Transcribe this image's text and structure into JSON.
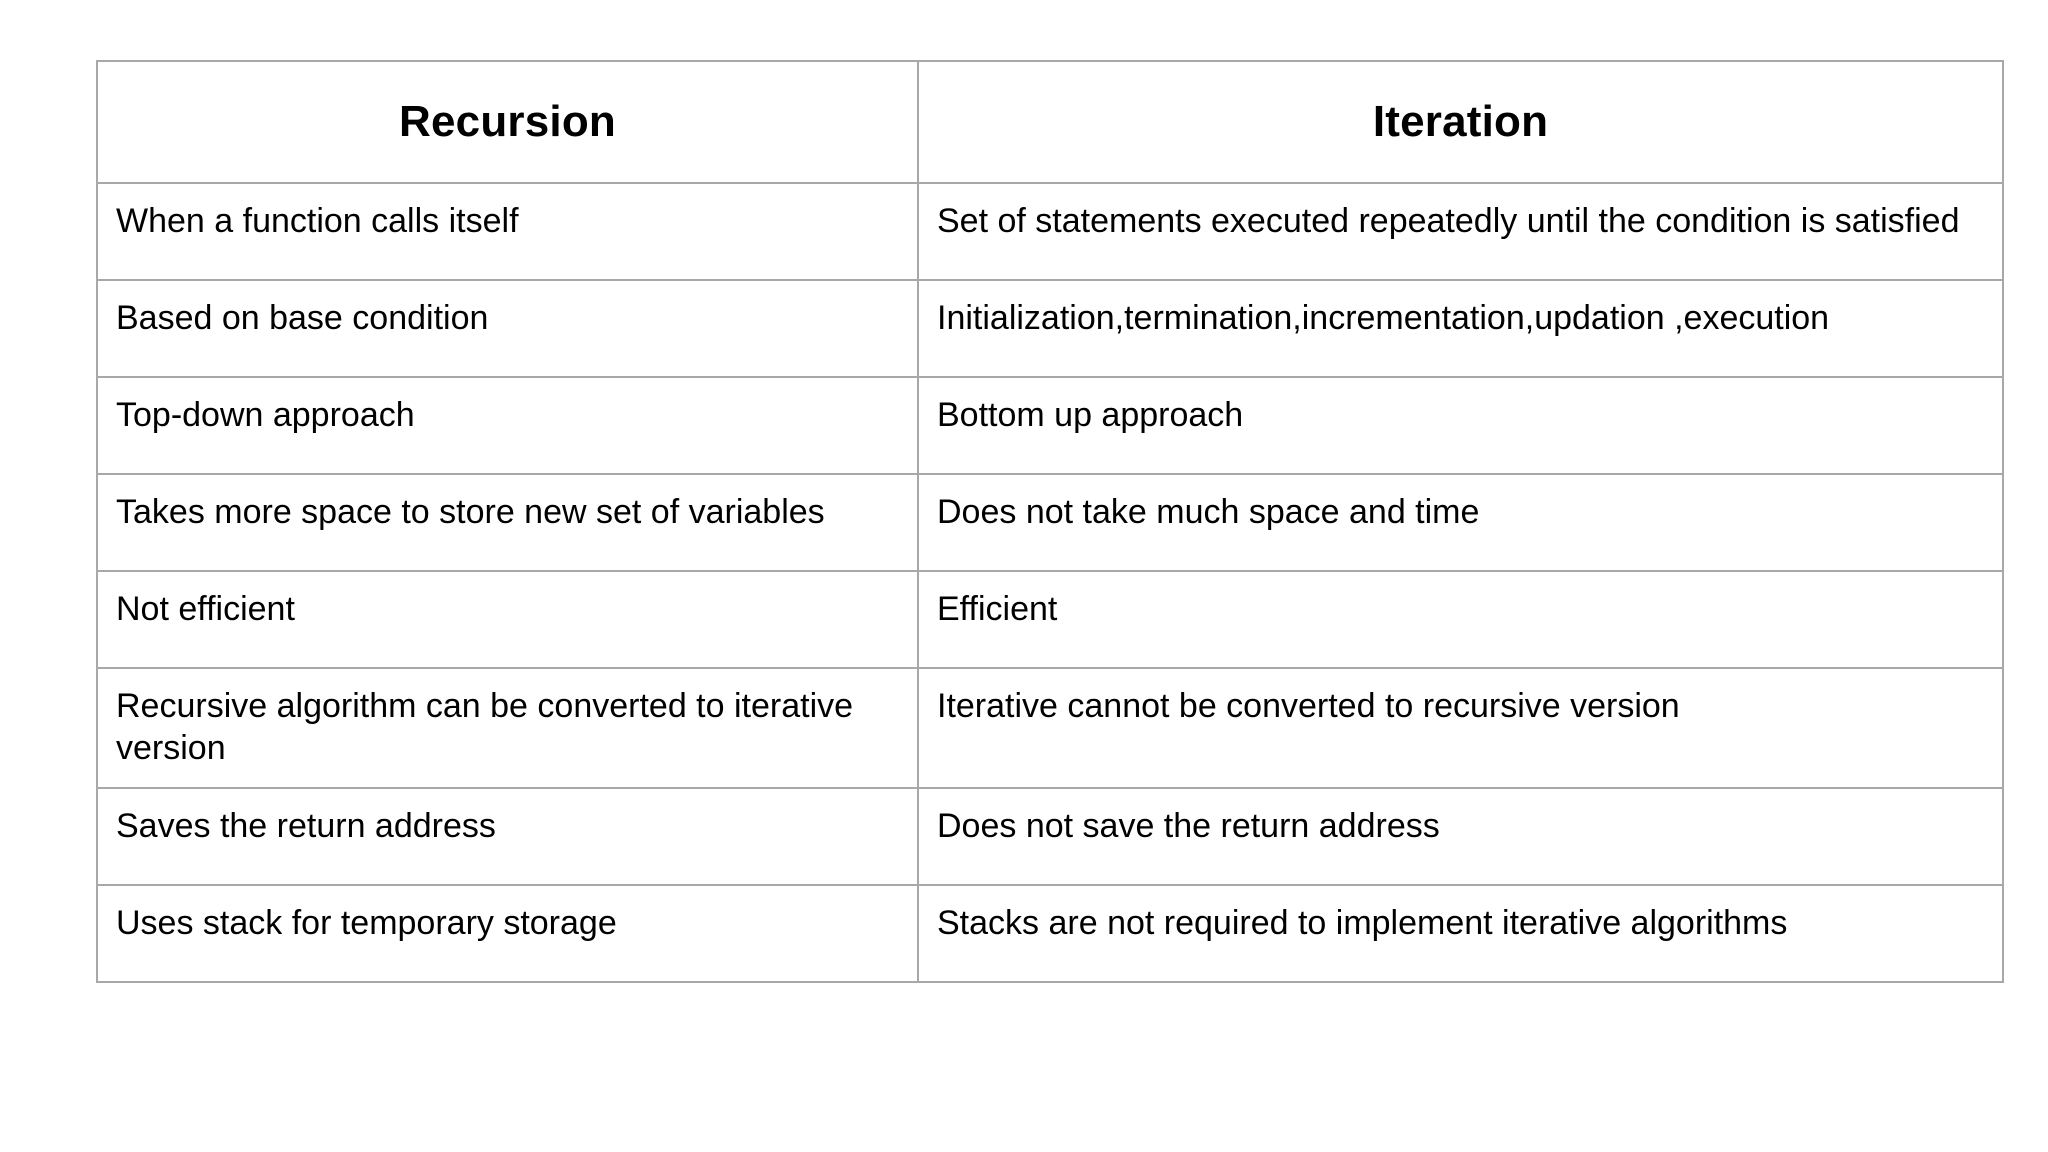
{
  "table": {
    "headers": [
      {
        "label": "Recursion"
      },
      {
        "label": "Iteration"
      }
    ],
    "rows": [
      {
        "recursion": "When a function calls itself",
        "iteration": "Set of statements executed repeatedly until the condition is satisfied"
      },
      {
        "recursion": "Based on base condition",
        "iteration": "Initialization,termination,incrementation,updation ,execution"
      },
      {
        "recursion": "Top-down approach",
        "iteration": "Bottom up approach"
      },
      {
        "recursion": "Takes more space to store new set of variables",
        "iteration": "Does not take much space and time"
      },
      {
        "recursion": "Not efficient",
        "iteration": "Efficient"
      },
      {
        "recursion": "Recursive algorithm can be converted to iterative version",
        "iteration": "Iterative cannot be converted to recursive version"
      },
      {
        "recursion": "Saves the return address",
        "iteration": "Does not save the return address"
      },
      {
        "recursion": "Uses stack for temporary storage",
        "iteration": "Stacks are not required to implement iterative algorithms"
      }
    ],
    "colors": {
      "border": "#a8a8a8",
      "background": "#ffffff",
      "text": "#000000"
    }
  }
}
